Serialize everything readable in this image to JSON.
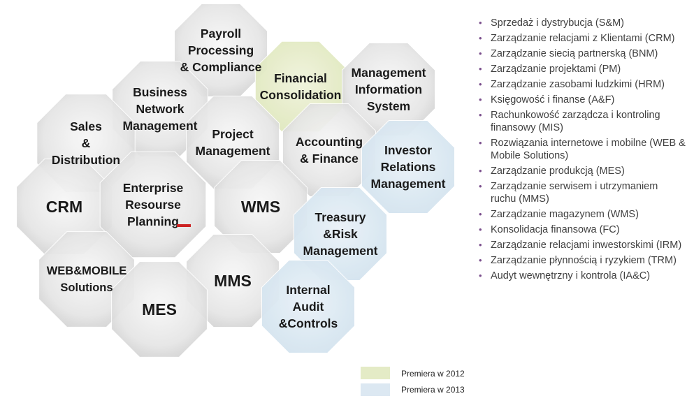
{
  "colors": {
    "octagon_default": "#dcdcdc",
    "premiere_2012": "#e4ebc6",
    "premiere_2013": "#dce8f2",
    "bullet": "#7a4e8c",
    "erp_accent": "#cc2222"
  },
  "modules": [
    {
      "id": "payroll",
      "lines": [
        "Payroll",
        "Processing",
        "& Compliance"
      ],
      "premiere": "none"
    },
    {
      "id": "financial-consolidation",
      "lines": [
        "Financial",
        "Consolidation"
      ],
      "premiere": "2012"
    },
    {
      "id": "mis",
      "lines": [
        "Management",
        "Information",
        "System"
      ],
      "premiere": "none"
    },
    {
      "id": "bnm",
      "lines": [
        "Business",
        "Network",
        "Management"
      ],
      "premiere": "none"
    },
    {
      "id": "sales",
      "lines": [
        "Sales",
        "&",
        "Distribution"
      ],
      "premiere": "none"
    },
    {
      "id": "project",
      "lines": [
        "Project",
        "Management"
      ],
      "premiere": "none"
    },
    {
      "id": "accounting",
      "lines": [
        "Accounting",
        "& Finance"
      ],
      "premiere": "none"
    },
    {
      "id": "irm",
      "lines": [
        "Investor",
        "Relations",
        "Management"
      ],
      "premiere": "2013"
    },
    {
      "id": "crm",
      "lines": [
        "CRM"
      ],
      "premiere": "none"
    },
    {
      "id": "erp",
      "lines": [
        "Enterprise",
        "Resourse",
        "Planning"
      ],
      "premiere": "none"
    },
    {
      "id": "wms",
      "lines": [
        "WMS"
      ],
      "premiere": "none"
    },
    {
      "id": "trm",
      "lines": [
        "Treasury",
        "&Risk",
        "Management"
      ],
      "premiere": "2013"
    },
    {
      "id": "web-mobile",
      "lines": [
        "WEB&MOBILE",
        "Solutions"
      ],
      "premiere": "none"
    },
    {
      "id": "mms",
      "lines": [
        "MMS"
      ],
      "premiere": "none"
    },
    {
      "id": "mes",
      "lines": [
        "MES"
      ],
      "premiere": "none"
    },
    {
      "id": "iac",
      "lines": [
        "Internal",
        "Audit",
        "&Controls"
      ],
      "premiere": "2013"
    }
  ],
  "legend_items": [
    "Sprzedaż i dystrybucja (S&M)",
    "Zarządzanie relacjami z Klientami (CRM)",
    "Zarządzanie siecią partnerską (BNM)",
    "Zarządzanie projektami (PM)",
    "Zarządzanie zasobami ludzkimi (HRM)",
    "Księgowość i finanse (A&F)",
    "Rachunkowość zarządcza i kontroling finansowy (MIS)",
    "Rozwiązania internetowe i mobilne (WEB & Mobile Solutions)",
    "Zarządzanie produkcją (MES)",
    "Zarządzanie serwisem i utrzymaniem ruchu (MMS)",
    "Zarządzanie magazynem (WMS)",
    "Konsolidacja finansowa (FC)",
    "Zarządzanie relacjami inwestorskimi (IRM)",
    "Zarządzanie płynnością i ryzykiem (TRM)",
    "Audyt wewnętrzny i kontrola (IA&C)"
  ],
  "bullet_symbol": "•",
  "premiere_key": {
    "label_2012": "Premiera w 2012",
    "label_2013": "Premiera w 2013"
  }
}
